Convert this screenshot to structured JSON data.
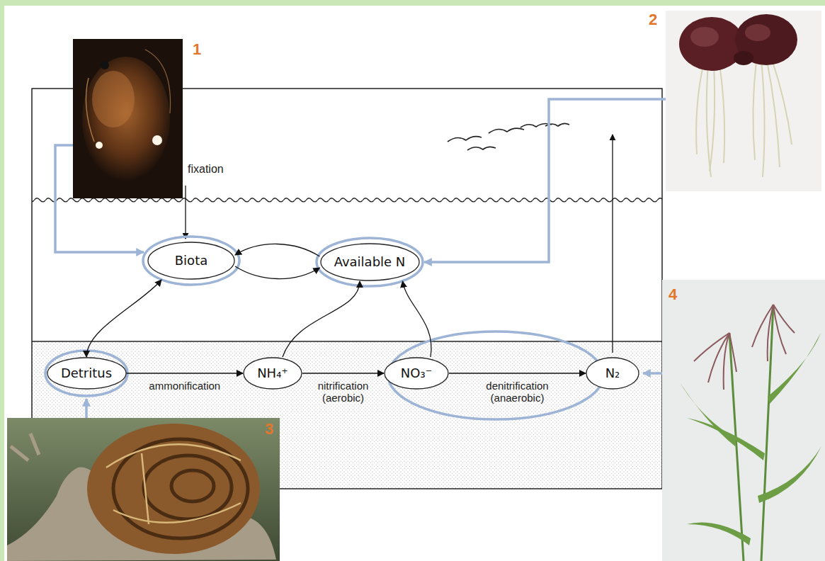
{
  "diagram": {
    "nodes": [
      {
        "text": [
          "Biota"
        ]
      },
      {
        "text": [
          "Available N"
        ]
      },
      {
        "text": [
          "Detritus"
        ]
      },
      {
        "text": [
          "NH₄⁺"
        ]
      },
      {
        "text": [
          "NO₃⁻"
        ]
      },
      {
        "text": [
          "N₂"
        ]
      }
    ],
    "edges": [
      {
        "from": 1,
        "to": 0,
        "arrow": "to"
      },
      {
        "from": 0,
        "to": 1,
        "arrow": "to"
      },
      {
        "from": 0,
        "to": 2,
        "arrow": "both"
      },
      {
        "from": 2,
        "to": 3,
        "label": "ammonification",
        "arrow": "to"
      },
      {
        "from": 3,
        "to": 1,
        "arrow": "to"
      },
      {
        "from": 3,
        "to": 4,
        "label": "nitrification (aerobic)",
        "arrow": "to"
      },
      {
        "from": 4,
        "to": 1,
        "arrow": "to"
      },
      {
        "from": 4,
        "to": 5,
        "label": "denitrification (anaerobic)",
        "arrow": "to"
      }
    ],
    "labels": [
      "fixation",
      "1",
      "2",
      "3",
      "4"
    ]
  }
}
